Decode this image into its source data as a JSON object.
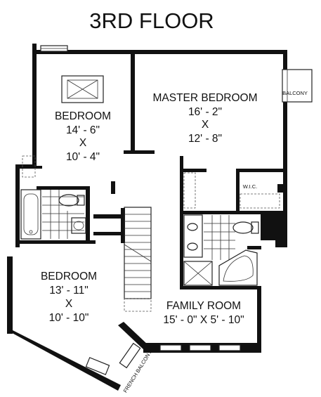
{
  "title": "3RD FLOOR",
  "rooms": {
    "bedroom_upper": {
      "name": "BEDROOM",
      "dim_a": "14' - 6\"",
      "x": "X",
      "dim_b": "10' - 4\""
    },
    "master": {
      "name": "MASTER BEDROOM",
      "dim_a": "16' - 2\"",
      "x": "X",
      "dim_b": "12' - 8\""
    },
    "bedroom_lower": {
      "name": "BEDROOM",
      "dim_a": "13' - 11\"",
      "x": "X",
      "dim_b": "10' - 10\""
    },
    "family": {
      "name": "FAMILY ROOM",
      "dims": "15' - 0\" X 5' - 10\""
    }
  },
  "labels": {
    "balcony": "BALCONY",
    "wic": "W.I.C.",
    "french_balcony": "FRENCH BALCONY"
  }
}
